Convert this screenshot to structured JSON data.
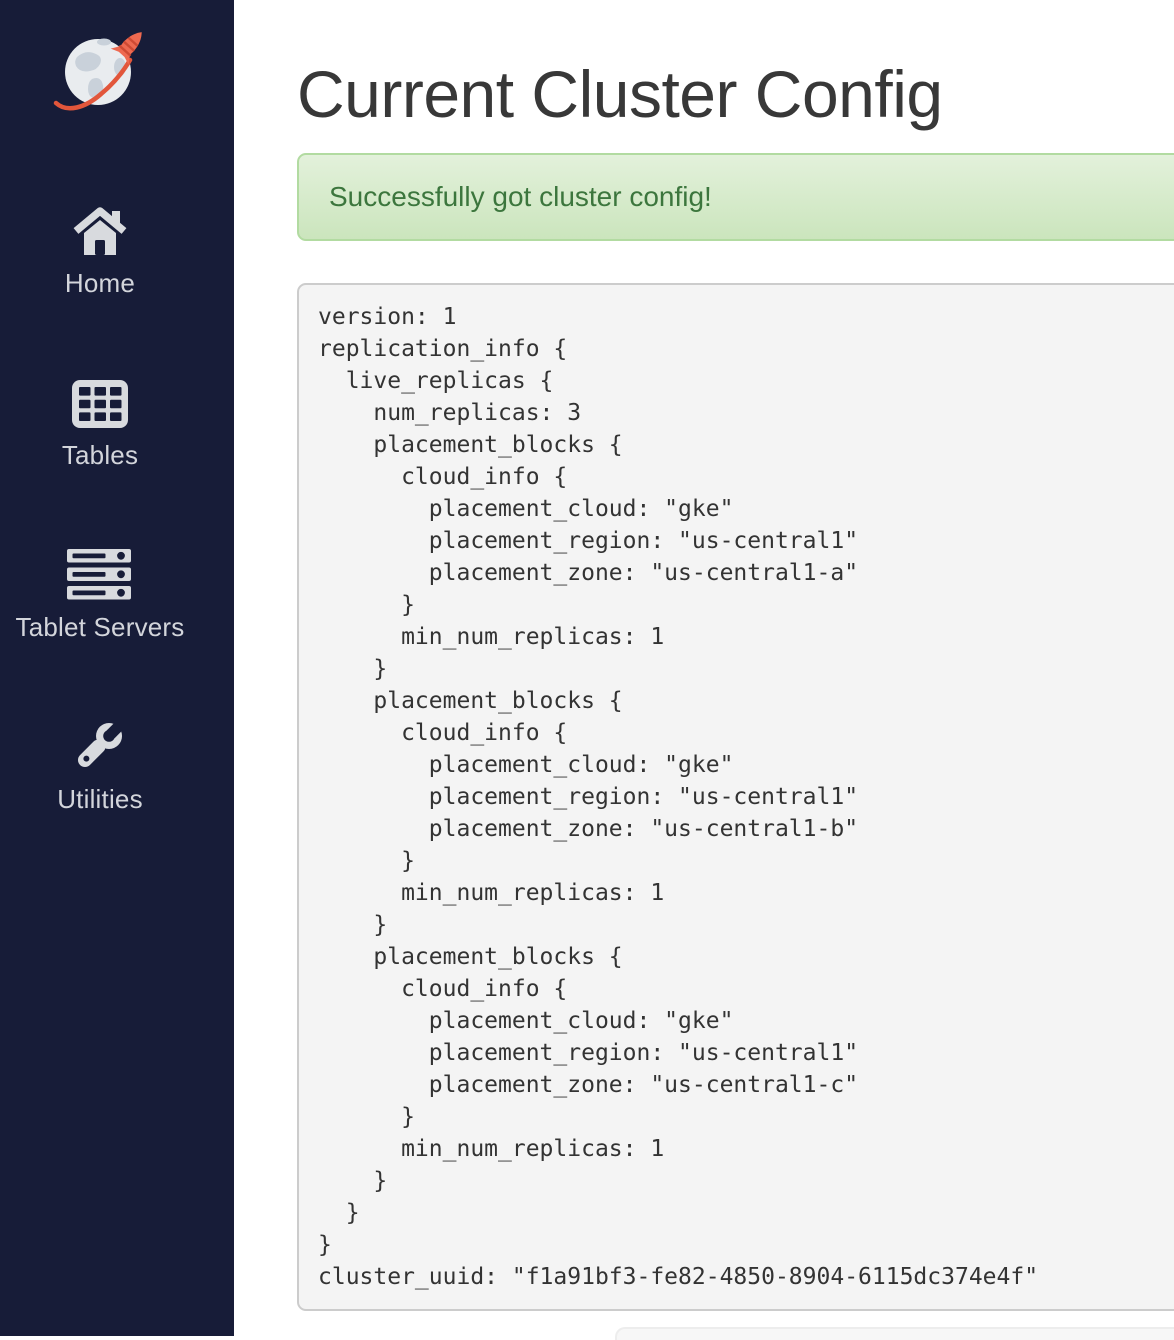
{
  "sidebar": {
    "logo": "yugabytedb-rocket-globe",
    "items": [
      {
        "label": "Home",
        "icon": "home-icon"
      },
      {
        "label": "Tables",
        "icon": "tables-icon"
      },
      {
        "label": "Tablet Servers",
        "icon": "tablet-servers-icon"
      },
      {
        "label": "Utilities",
        "icon": "wrench-icon"
      }
    ]
  },
  "main": {
    "title": "Current Cluster Config",
    "alert": {
      "message": "Successfully got cluster config!"
    },
    "config_lines": [
      "version: 1",
      "replication_info {",
      "  live_replicas {",
      "    num_replicas: 3",
      "    placement_blocks {",
      "      cloud_info {",
      "        placement_cloud: \"gke\"",
      "        placement_region: \"us-central1\"",
      "        placement_zone: \"us-central1-a\"",
      "      }",
      "      min_num_replicas: 1",
      "    }",
      "    placement_blocks {",
      "      cloud_info {",
      "        placement_cloud: \"gke\"",
      "        placement_region: \"us-central1\"",
      "        placement_zone: \"us-central1-b\"",
      "      }",
      "      min_num_replicas: 1",
      "    }",
      "    placement_blocks {",
      "      cloud_info {",
      "        placement_cloud: \"gke\"",
      "        placement_region: \"us-central1\"",
      "        placement_zone: \"us-central1-c\"",
      "      }",
      "      min_num_replicas: 1",
      "    }",
      "  }",
      "}",
      "cluster_uuid: \"f1a91bf3-fe82-4850-8904-6115dc374e4f\""
    ]
  },
  "colors": {
    "sidebar_bg": "#171c38",
    "sidebar_foreground": "#d3d5db",
    "accent_orange": "#e8604a",
    "title_text": "#383838",
    "alert_text": "#3c763d",
    "alert_bg_top": "#e3f1db",
    "alert_bg_bottom": "#cbe5bd",
    "alert_border": "#b2dba1",
    "code_bg": "#f4f4f4",
    "code_border": "#cccccc",
    "code_text": "#333333"
  }
}
